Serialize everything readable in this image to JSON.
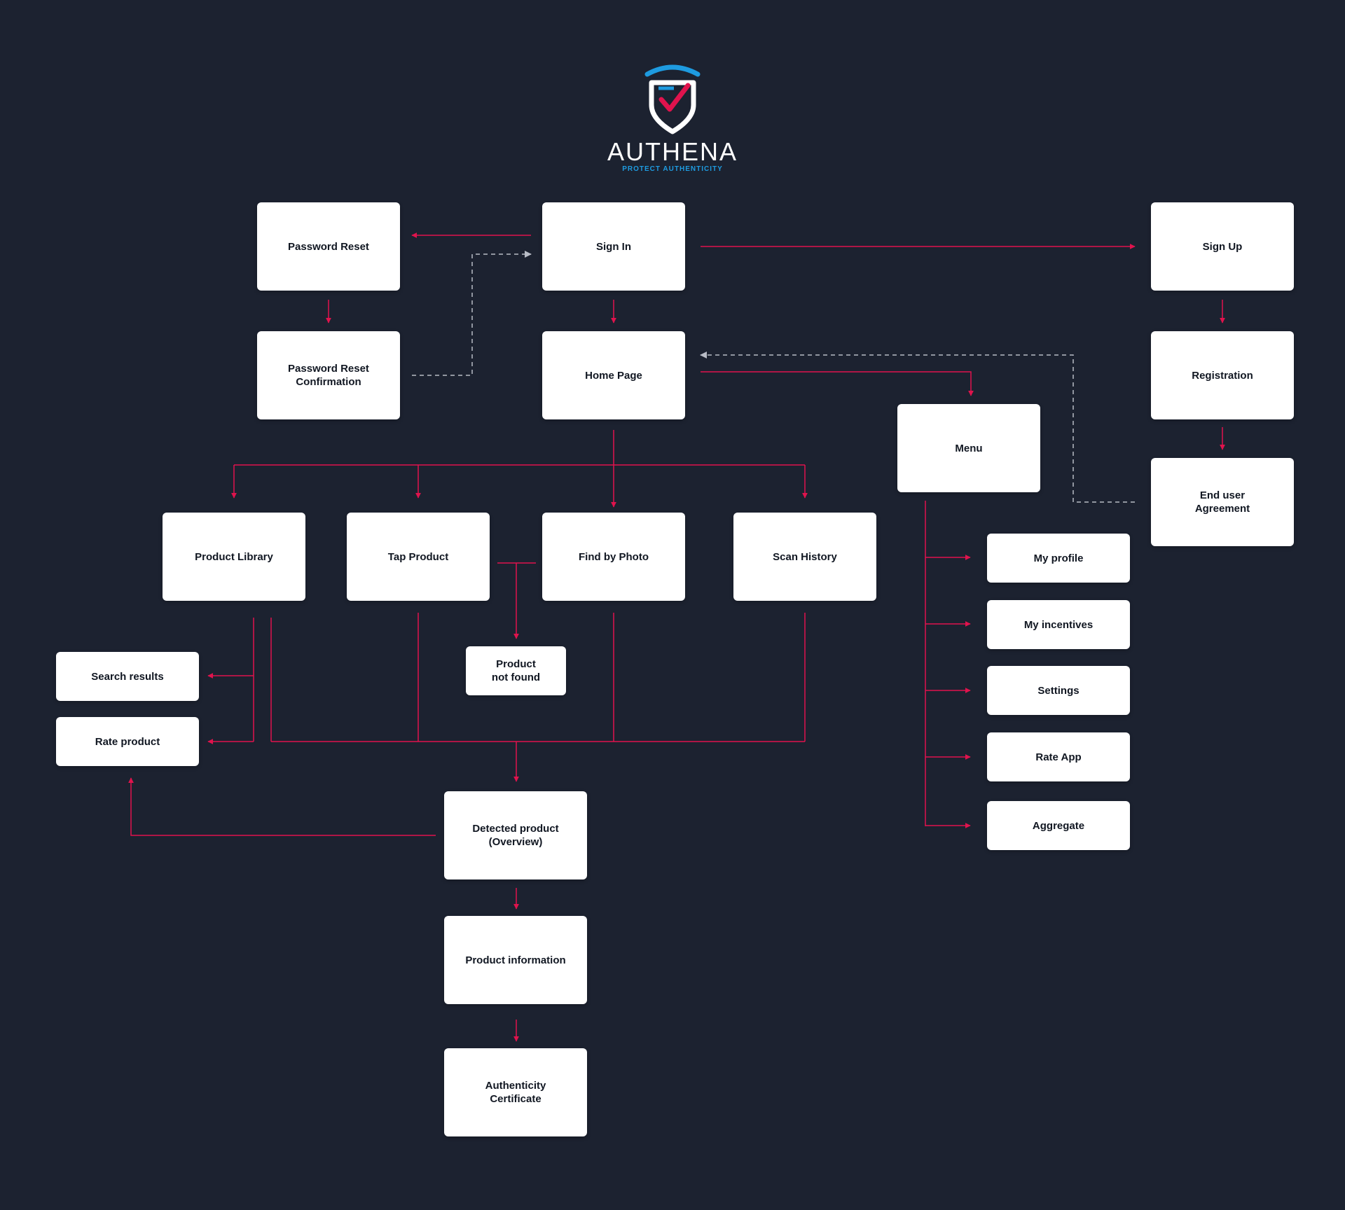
{
  "colors": {
    "background": "#1c2230",
    "box": "#ffffff",
    "link": "#e0134d",
    "dashed_link": "#b8bcc6",
    "brand_blue": "#1e9be0",
    "brand_red": "#e0134d"
  },
  "brand": {
    "icon": "shield-check-icon",
    "name": "AUTHENA",
    "tagline": "PROTECT AUTHENTICITY"
  },
  "nodes": {
    "password_reset": "Password Reset",
    "sign_in": "Sign In",
    "sign_up": "Sign Up",
    "password_reset_confirmation": "Password Reset\nConfirmation",
    "home_page": "Home Page",
    "registration": "Registration",
    "menu": "Menu",
    "end_user_agreement": "End user\nAgreement",
    "product_library": "Product Library",
    "tap_product": "Tap Product",
    "find_by_photo": "Find by Photo",
    "scan_history": "Scan History",
    "my_profile": "My profile",
    "my_incentives": "My incentives",
    "settings": "Settings",
    "rate_app": "Rate App",
    "aggregate": "Aggregate",
    "search_results": "Search results",
    "rate_product": "Rate product",
    "product_not_found": "Product\nnot found",
    "detected_product": "Detected product\n(Overview)",
    "product_information": "Product information",
    "authenticity_certificate": "Authenticity\nCertificate"
  }
}
